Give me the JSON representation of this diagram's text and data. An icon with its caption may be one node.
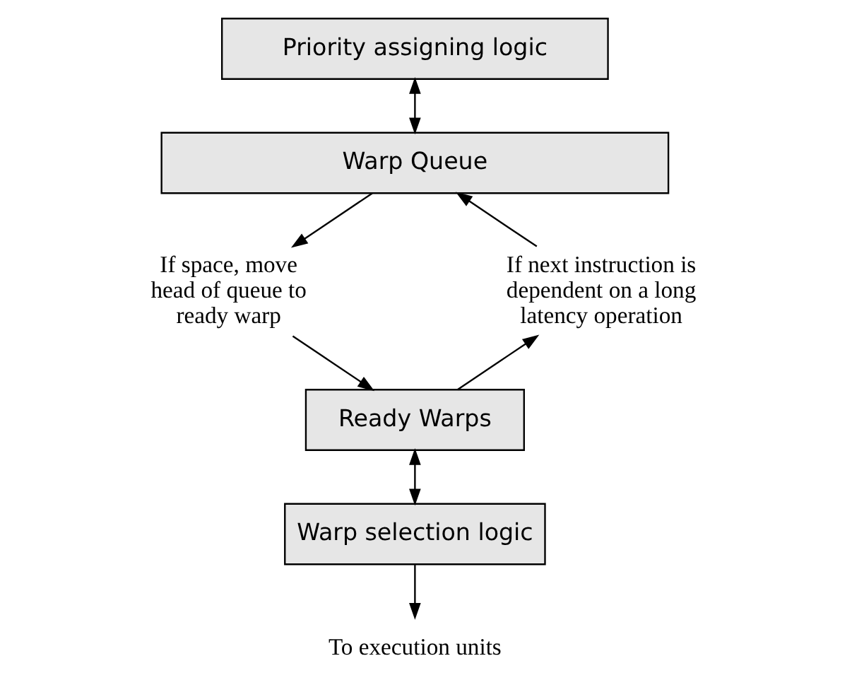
{
  "diagram": {
    "nodes": [
      {
        "text": [
          "Priority assigning logic"
        ]
      },
      {
        "text": [
          "Warp Queue"
        ]
      },
      {
        "text": [
          "If space, move head of queue to ready warp"
        ]
      },
      {
        "text": [
          "If next instruction is dependent on a long latency operation"
        ]
      },
      {
        "text": [
          "Ready Warps"
        ]
      },
      {
        "text": [
          "Warp selection logic"
        ]
      },
      {
        "text": [
          "To execution units"
        ]
      }
    ],
    "edges": [
      {
        "from": 0,
        "to": 1,
        "arrow": "both"
      },
      {
        "from": 1,
        "to": 2,
        "arrow": "to"
      },
      {
        "from": 2,
        "to": 4,
        "arrow": "to"
      },
      {
        "from": 4,
        "to": 3,
        "arrow": "to"
      },
      {
        "from": 3,
        "to": 1,
        "arrow": "to"
      },
      {
        "from": 4,
        "to": 5,
        "arrow": "both"
      },
      {
        "from": 5,
        "to": 6,
        "arrow": "to"
      }
    ]
  }
}
